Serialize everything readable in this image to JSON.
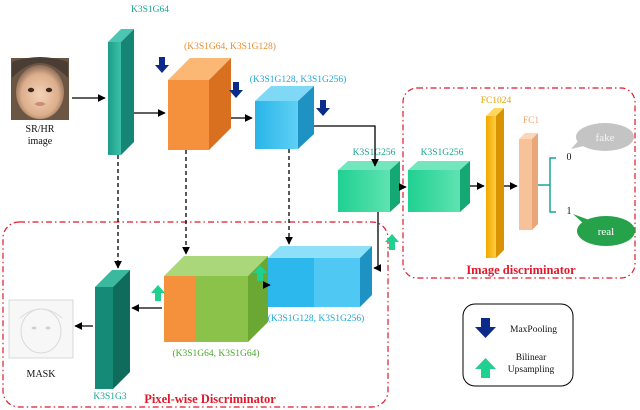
{
  "input": {
    "label_line1": "SR/HR",
    "label_line2": "image"
  },
  "mask": {
    "label": "MASK"
  },
  "blocks": {
    "conv1": "K3S1G64",
    "conv2": "(K3S1G64, K3S1G128)",
    "conv3": "(K3S1G128, K3S1G256)",
    "conv4": "K3S1G256",
    "conv5": "K3S1G256",
    "fc1024": "FC1024",
    "fc1": "FC1",
    "up1": "(K3S1G128, K3S1G256)",
    "up2": "(K3S1G64, K3S1G64)",
    "out": "K3S1G3"
  },
  "outputs": {
    "zero": "0",
    "one": "1",
    "fake": "fake",
    "real": "real"
  },
  "sections": {
    "image_discriminator": "Image discriminator",
    "pixel_discriminator": "Pixel-wise Discriminator"
  },
  "legend": {
    "maxpool": "MaxPooling",
    "upsample_line1": "Bilinear",
    "upsample_line2": "Upsampling"
  },
  "colors": {
    "teal": "#1aa592",
    "orange": "#f59340",
    "cyan": "#2cb8ec",
    "green": "#8bc34a",
    "yellow": "#f6b515",
    "peach": "#f7c29a",
    "navy": "#0b2a8a",
    "upgreen": "#1fd08f",
    "red": "#e0182a",
    "gray_bubble": "#c4c4c4",
    "green_bubble": "#26a34a"
  }
}
